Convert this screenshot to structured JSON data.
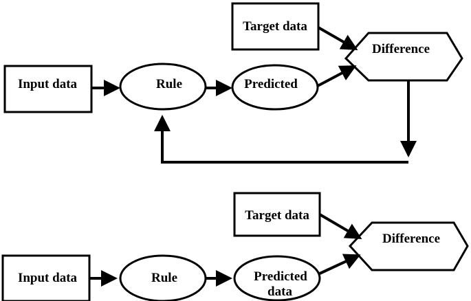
{
  "diagrams": [
    {
      "nodes": {
        "target": "Target data",
        "difference": "Difference",
        "input": "Input data",
        "rule": "Rule",
        "predicted": "Predicted"
      }
    },
    {
      "nodes": {
        "target": "Target data",
        "difference": "Difference",
        "input": "Input data",
        "rule": "Rule",
        "predicted_line1": "Predicted",
        "predicted_line2": "data"
      }
    }
  ],
  "colors": {
    "stroke": "#000000",
    "fill": "#ffffff"
  }
}
